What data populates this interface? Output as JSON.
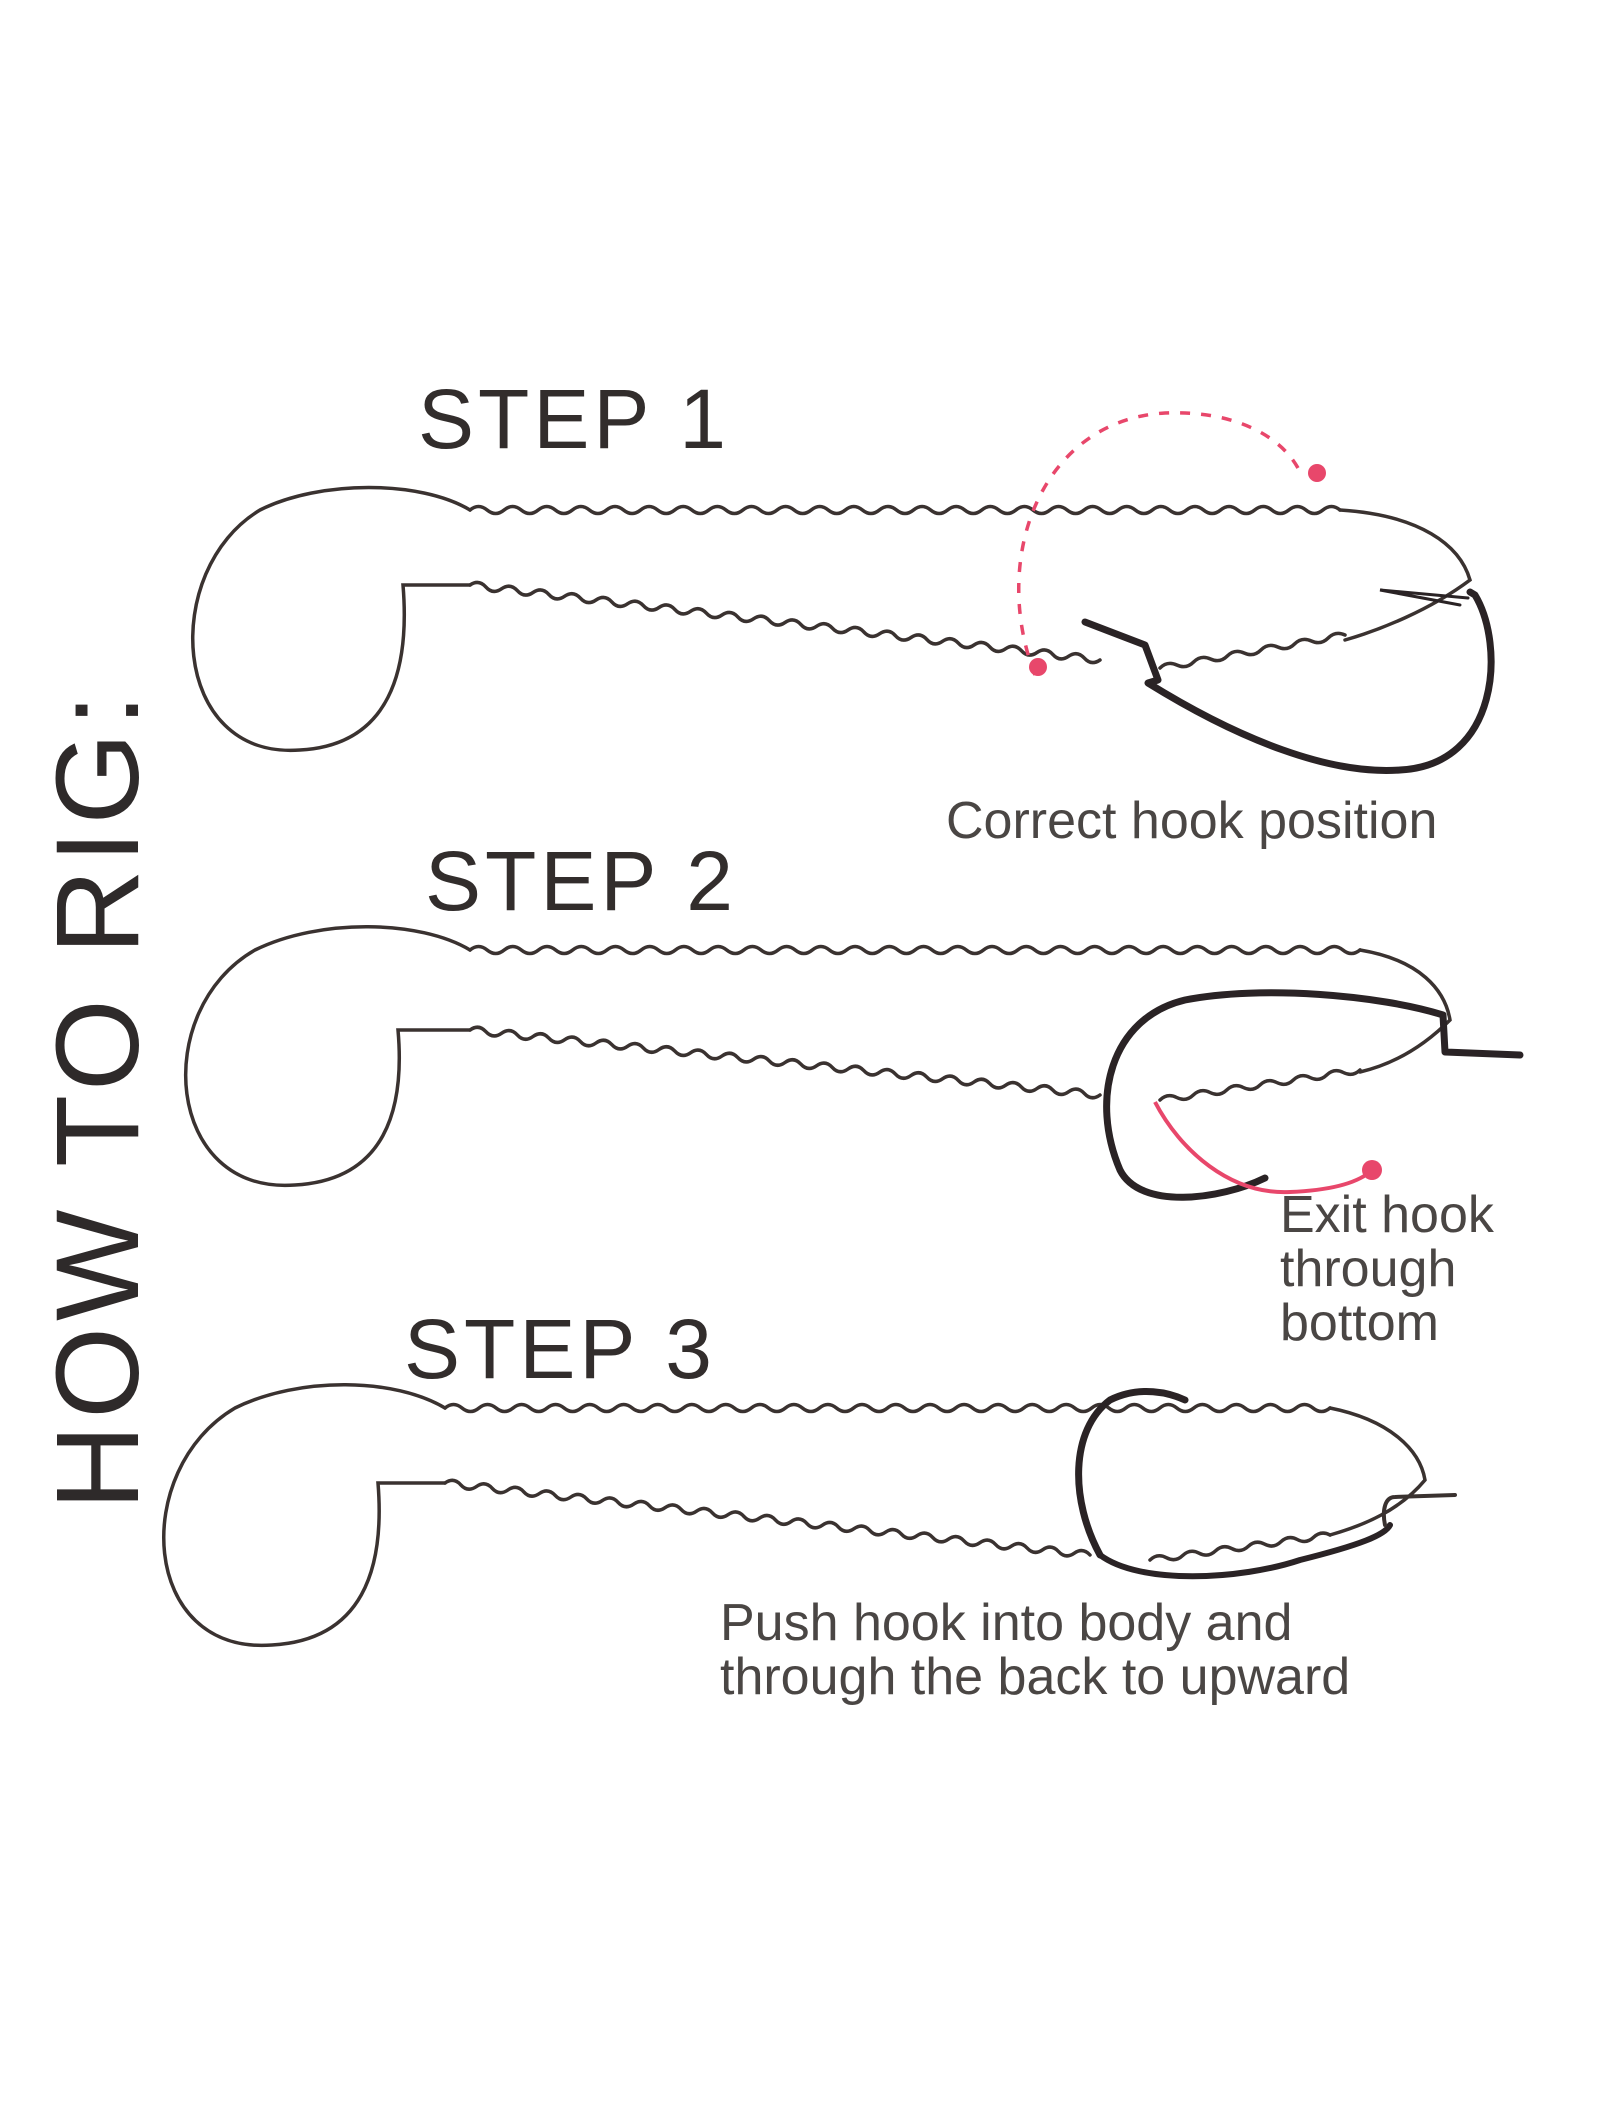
{
  "title": "HOW TO RIG:",
  "steps": [
    {
      "heading": "STEP 1",
      "caption_lines": [
        "Correct hook position"
      ]
    },
    {
      "heading": "STEP 2",
      "caption_lines": [
        "Exit hook",
        "through",
        "bottom"
      ]
    },
    {
      "heading": "STEP 3",
      "caption_lines": [
        "Push hook into body and",
        "through the back to upward"
      ]
    }
  ],
  "colors": {
    "ink": "#3a3230",
    "hook": "#2a2325",
    "caption": "#4a4644",
    "accent": "#e8476b",
    "background": "#ffffff"
  }
}
